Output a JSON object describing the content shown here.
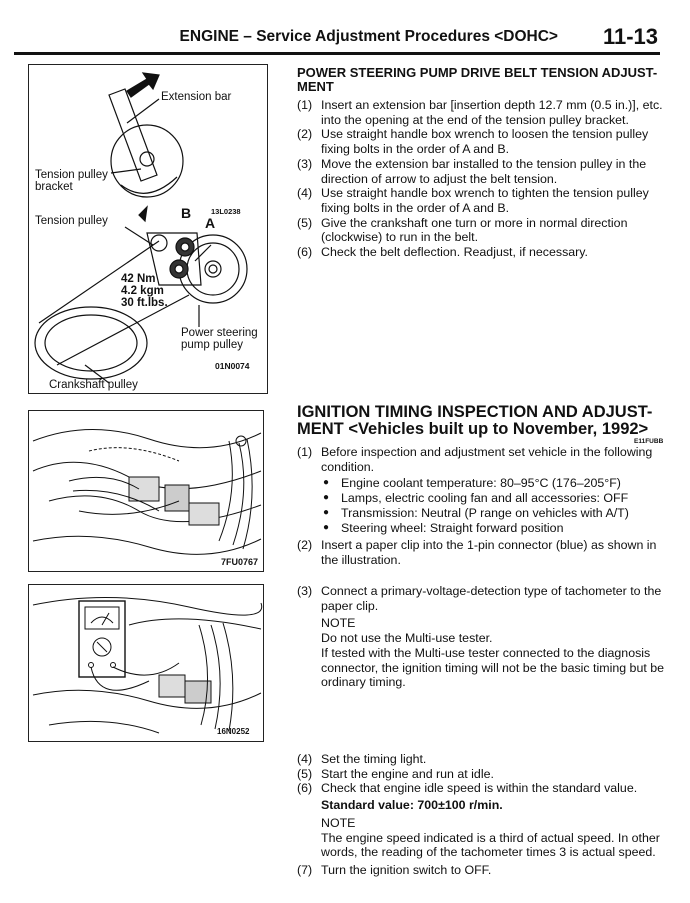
{
  "header": {
    "title": "ENGINE – Service Adjustment Procedures <DOHC>",
    "page": "11-13"
  },
  "fig1": {
    "labels": {
      "extension_bar": "Extension bar",
      "tension_pulley_bracket_1": "Tension pulley",
      "tension_pulley_bracket_2": "bracket",
      "tension_pulley": "Tension pulley",
      "b": "B",
      "a": "A",
      "torque_1": "42 Nm",
      "torque_2": "4.2 kgm",
      "torque_3": "30 ft.lbs.",
      "ps_pulley_1": "Power steering",
      "ps_pulley_2": "pump pulley",
      "crankshaft_pulley": "Crankshaft pulley",
      "code_top": "13L0238",
      "code_bottom": "01N0074"
    }
  },
  "fig2": {
    "code": "7FU0767"
  },
  "fig3": {
    "code": "16N0252"
  },
  "section1": {
    "title": "POWER STEERING PUMP DRIVE BELT TENSION ADJUSTMENT",
    "title_line1": "POWER STEERING PUMP DRIVE BELT TENSION ADJUST-",
    "title_line2": "MENT",
    "steps": [
      {
        "n": "(1)",
        "t": "Insert an extension bar [insertion depth 12.7 mm (0.5 in.)], etc. into the opening at the end of the tension pulley bracket."
      },
      {
        "n": "(2)",
        "t": "Use straight handle box wrench to loosen the tension pulley fixing bolts in the order of A and B."
      },
      {
        "n": "(3)",
        "t": "Move the extension bar installed to the tension pulley in the direction of arrow to adjust the belt tension."
      },
      {
        "n": "(4)",
        "t": "Use straight handle box wrench to tighten the tension pulley fixing bolts in the order of A and B."
      },
      {
        "n": "(5)",
        "t": "Give the crankshaft one turn or more in normal direction (clockwise) to run in the belt."
      },
      {
        "n": "(6)",
        "t": "Check the belt deflection. Readjust, if necessary."
      }
    ]
  },
  "section2": {
    "title_line1": "IGNITION TIMING INSPECTION AND ADJUST-",
    "title_line2": "MENT <Vehicles built up to November, 1992>",
    "code": "E11FUBB",
    "step1": {
      "n": "(1)",
      "t": "Before inspection and adjustment set vehicle in the following condition."
    },
    "bullets": [
      "Engine coolant temperature: 80–95°C (176–205°F)",
      "Lamps, electric cooling fan and all accessories: OFF",
      "Transmission: Neutral (P range on vehicles with A/T)",
      "Steering wheel: Straight forward position"
    ],
    "step2": {
      "n": "(2)",
      "t": "Insert a paper clip into the 1-pin connector (blue) as shown in the illustration."
    },
    "step3": {
      "n": "(3)",
      "t": "Connect a primary-voltage-detection type of tachometer to the paper clip."
    },
    "note1_h": "NOTE",
    "note1_a": "Do not use the Multi-use tester.",
    "note1_b": "If tested with the Multi-use tester connected to the diagnosis connector, the ignition timing will not be the basic timing but be ordinary timing.",
    "step4": {
      "n": "(4)",
      "t": "Set the timing light."
    },
    "step5": {
      "n": "(5)",
      "t": "Start the engine and run at idle."
    },
    "step6": {
      "n": "(6)",
      "t": "Check that engine idle speed is within the standard value."
    },
    "standard": "Standard value: 700±100 r/min.",
    "note2_h": "NOTE",
    "note2": "The engine speed indicated is a third of actual speed. In other words, the reading of the tachometer times 3 is actual speed.",
    "step7": {
      "n": "(7)",
      "t": "Turn the ignition switch to OFF."
    }
  }
}
